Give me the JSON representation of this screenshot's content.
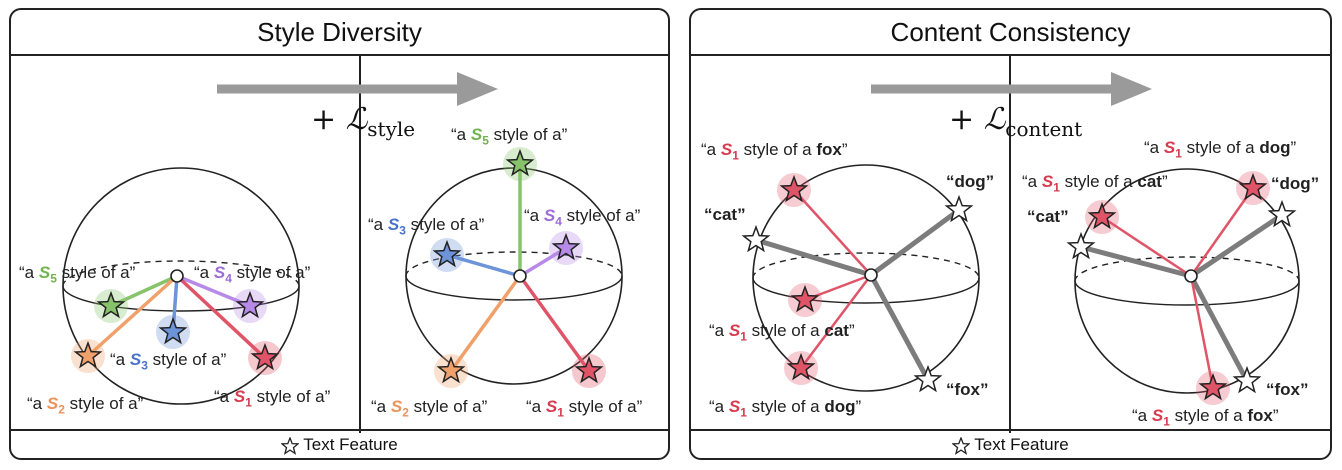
{
  "panels": {
    "left": {
      "title": "Style Diversity",
      "loss_prefix": "+ ",
      "loss_symbol": "ℒ",
      "loss_sub": "style",
      "footer": "Text Feature",
      "before": {
        "s5": {
          "pre": "“a ",
          "s": "S",
          "n": "5",
          "post": " style of a”"
        },
        "s4": {
          "pre": "“a ",
          "s": "S",
          "n": "4",
          "post": " style of a”"
        },
        "s3": {
          "pre": "“a ",
          "s": "S",
          "n": "3",
          "post": " style of a”"
        },
        "s2": {
          "pre": "“a ",
          "s": "S",
          "n": "2",
          "post": " style of a”"
        },
        "s1": {
          "pre": "“a ",
          "s": "S",
          "n": "1",
          "post": " style of a”"
        }
      },
      "after": {
        "s5": {
          "pre": "“a ",
          "s": "S",
          "n": "5",
          "post": " style of a”"
        },
        "s3": {
          "pre": "“a ",
          "s": "S",
          "n": "3",
          "post": " style of a”"
        },
        "s4": {
          "pre": "“a ",
          "s": "S",
          "n": "4",
          "post": " style of a”"
        },
        "s2": {
          "pre": "“a ",
          "s": "S",
          "n": "2",
          "post": " style of a”"
        },
        "s1": {
          "pre": "“a ",
          "s": "S",
          "n": "1",
          "post": " style of a”"
        }
      }
    },
    "right": {
      "title": "Content Consistency",
      "loss_prefix": "+ ",
      "loss_symbol": "ℒ",
      "loss_sub": "content",
      "footer": "Text Feature",
      "before": {
        "fox": {
          "pre": "“a ",
          "s": "S",
          "n": "1",
          "mid": " style of a ",
          "obj": "fox",
          "post": "”"
        },
        "cat": {
          "pre": "“a ",
          "s": "S",
          "n": "1",
          "mid": " style of a ",
          "obj": "cat",
          "post": "”"
        },
        "dog": {
          "pre": "“a ",
          "s": "S",
          "n": "1",
          "mid": " style of a ",
          "obj": "dog",
          "post": "”"
        },
        "w_cat": "“cat”",
        "w_dog": "“dog”",
        "w_fox": "“fox”"
      },
      "after": {
        "dog": {
          "pre": "“a ",
          "s": "S",
          "n": "1",
          "mid": " style of a ",
          "obj": "dog",
          "post": "”"
        },
        "cat": {
          "pre": "“a ",
          "s": "S",
          "n": "1",
          "mid": " style of a ",
          "obj": "cat",
          "post": "”"
        },
        "fox": {
          "pre": "“a ",
          "s": "S",
          "n": "1",
          "mid": " style of a ",
          "obj": "fox",
          "post": "”"
        },
        "w_cat": "“cat”",
        "w_dog": "“dog”",
        "w_fox": "“fox”"
      }
    }
  },
  "colors": {
    "s1": "#e05468",
    "s2": "#f0a06a",
    "s3": "#6d93d8",
    "s4": "#b68ae6",
    "s5": "#86c36a",
    "content_line": "#7c7c7c",
    "arrow": "#9a9a9a"
  },
  "icons": {
    "feature": "star-outline-icon"
  }
}
